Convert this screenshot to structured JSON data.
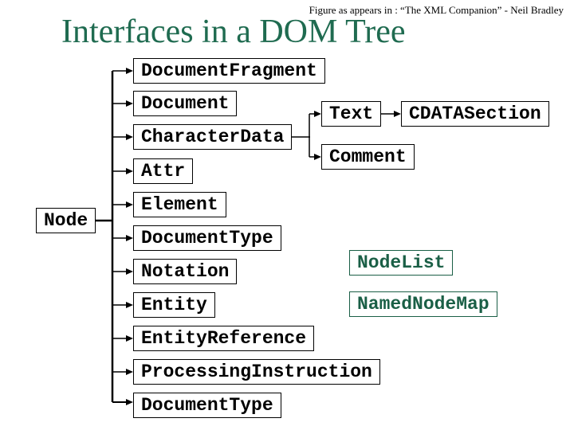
{
  "caption": "Figure as appears in : “The XML Companion” - Neil Bradley",
  "title": "Interfaces in a DOM Tree",
  "colors": {
    "title_green": "#1f6b50",
    "accent_green": "#1a5f46",
    "line_black": "#000000",
    "background": "#ffffff"
  },
  "tree": {
    "root": "Node",
    "node_subclasses": [
      "DocumentFragment",
      "Document",
      "CharacterData",
      "Attr",
      "Element",
      "DocumentType",
      "Notation",
      "Entity",
      "EntityReference",
      "ProcessingInstruction",
      "DocumentType"
    ],
    "character_data_subclasses": [
      "Text",
      "Comment"
    ],
    "text_subclasses": [
      "CDATASection"
    ],
    "helper_interfaces": [
      "NodeList",
      "NamedNodeMap"
    ]
  }
}
